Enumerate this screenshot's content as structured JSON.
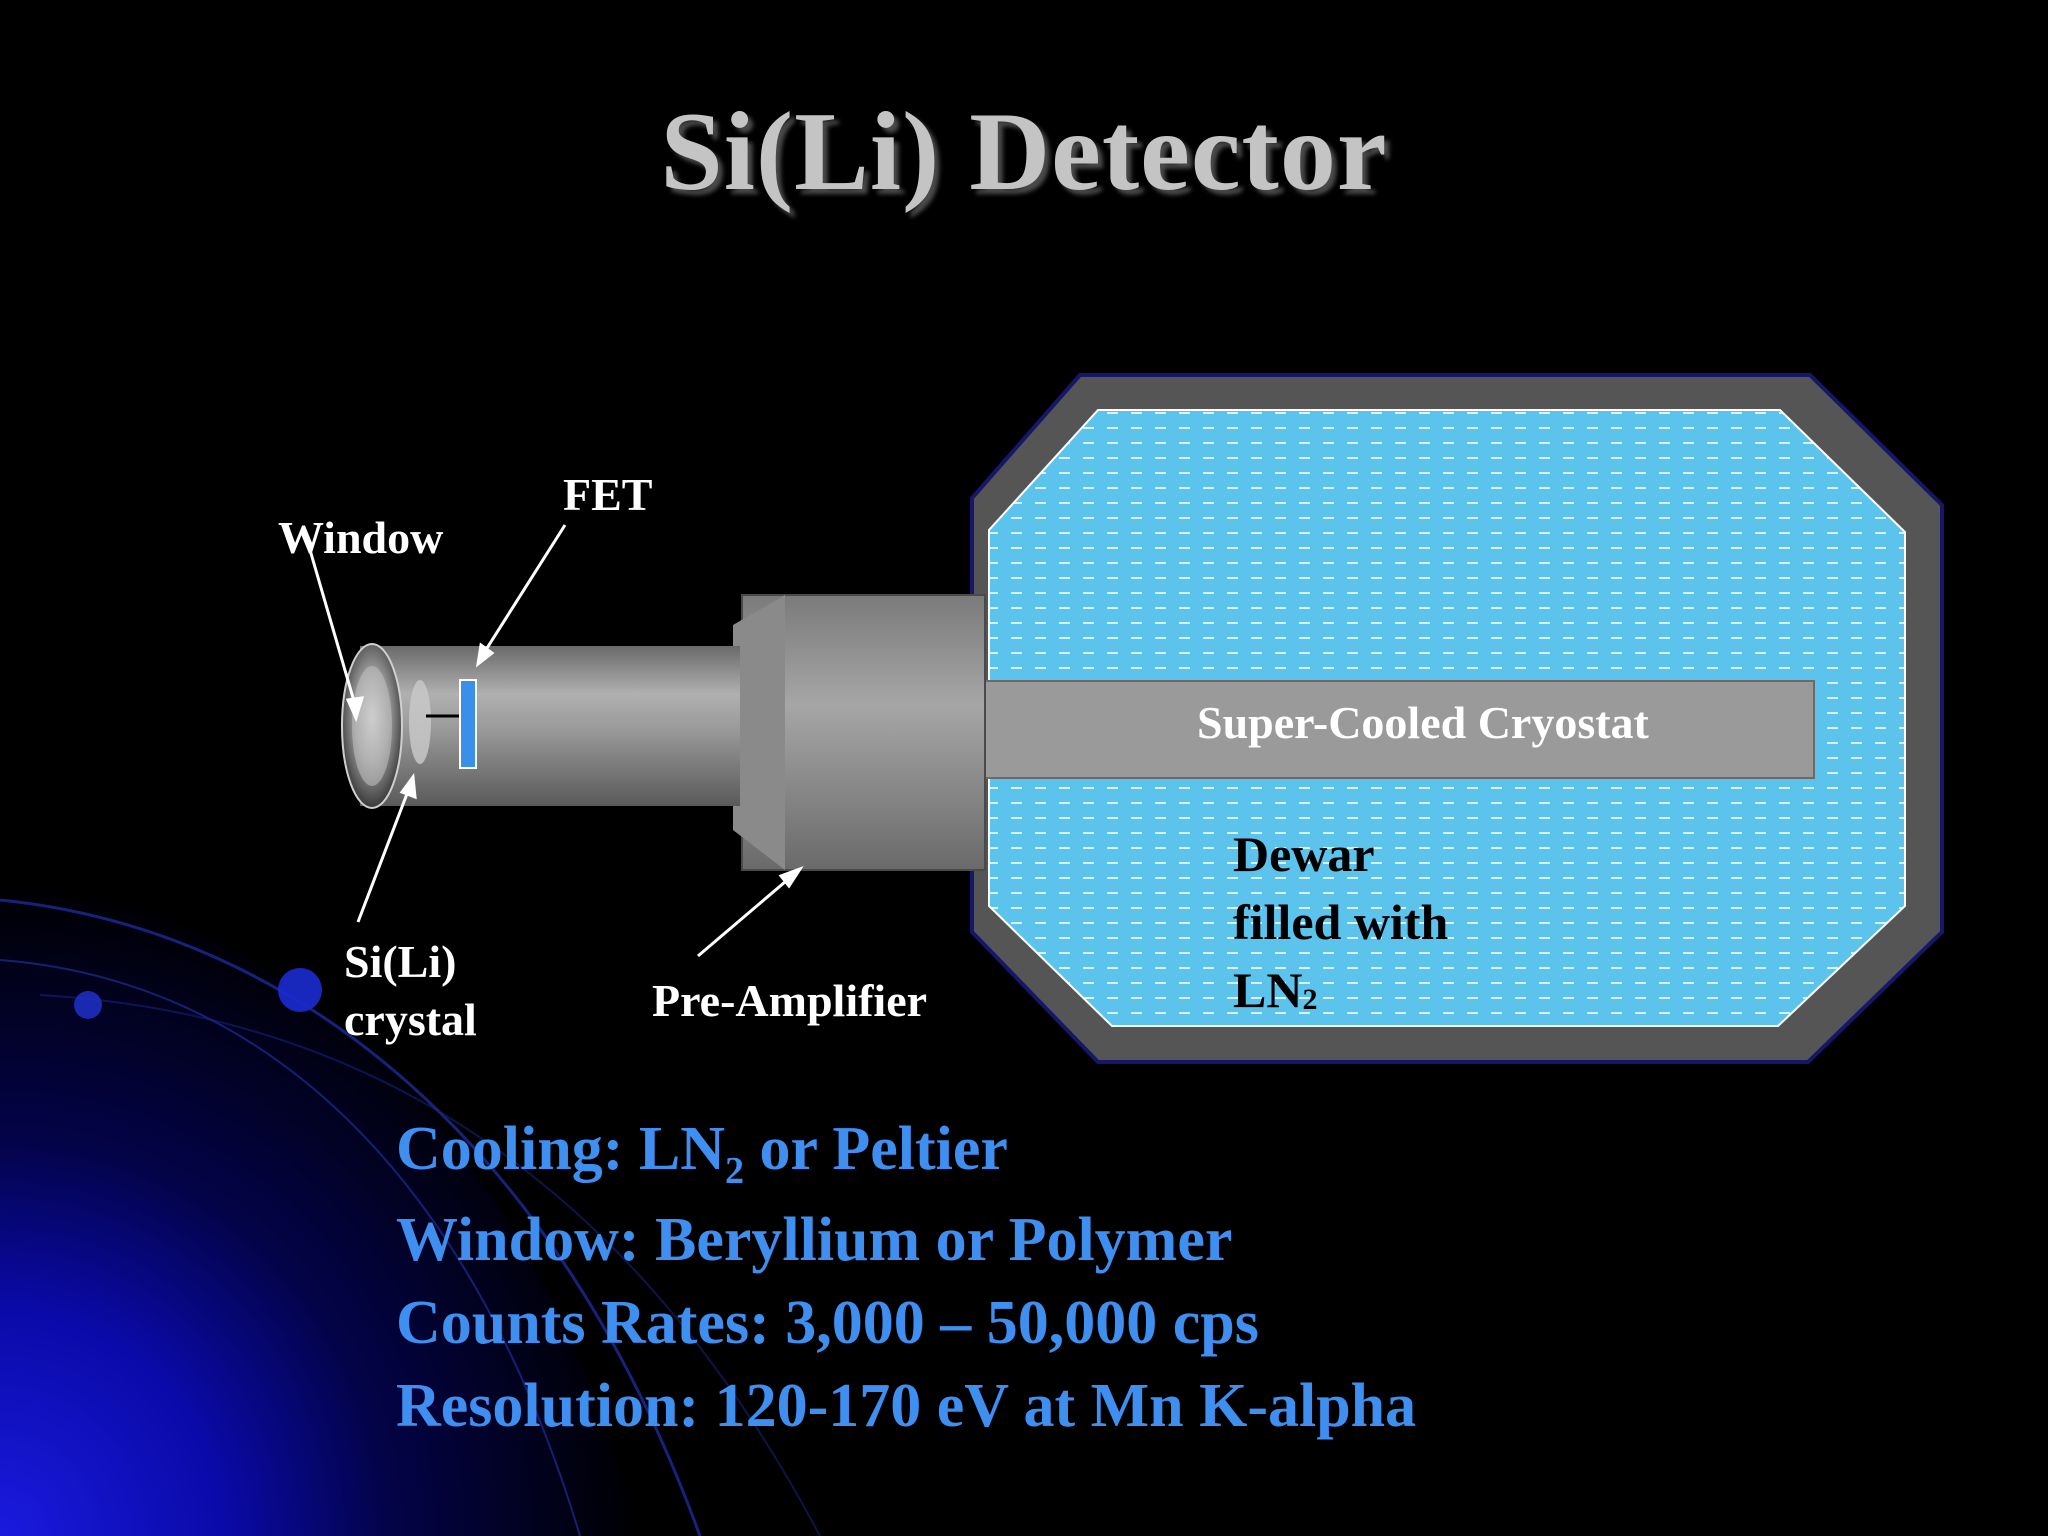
{
  "slide": {
    "title": "Si(Li) Detector"
  },
  "diagram": {
    "labels": {
      "window": "Window",
      "fet": "FET",
      "crystal_line1": "Si(Li)",
      "crystal_line2": "crystal",
      "preamp": "Pre-Amplifier",
      "cryostat": "Super-Cooled Cryostat",
      "dewar_line1": "Dewar",
      "dewar_line2": "filled with",
      "dewar_line3_main": "LN",
      "dewar_line3_sub": "2"
    },
    "colors": {
      "coolant": "#5cc4ec",
      "dewar_shell": "#555555",
      "metal": "#9a9a9a",
      "fet": "#3a8fe8"
    }
  },
  "bullets": {
    "cooling_main": "Cooling: LN",
    "cooling_sub": "2",
    "cooling_rest": " or Peltier",
    "window": "Window: Beryllium or Polymer",
    "counts": "Counts Rates: 3,000 – 50,000 cps",
    "resolution": "Resolution: 120-170 eV at Mn K-alpha",
    "color": "#3f8ff0"
  }
}
